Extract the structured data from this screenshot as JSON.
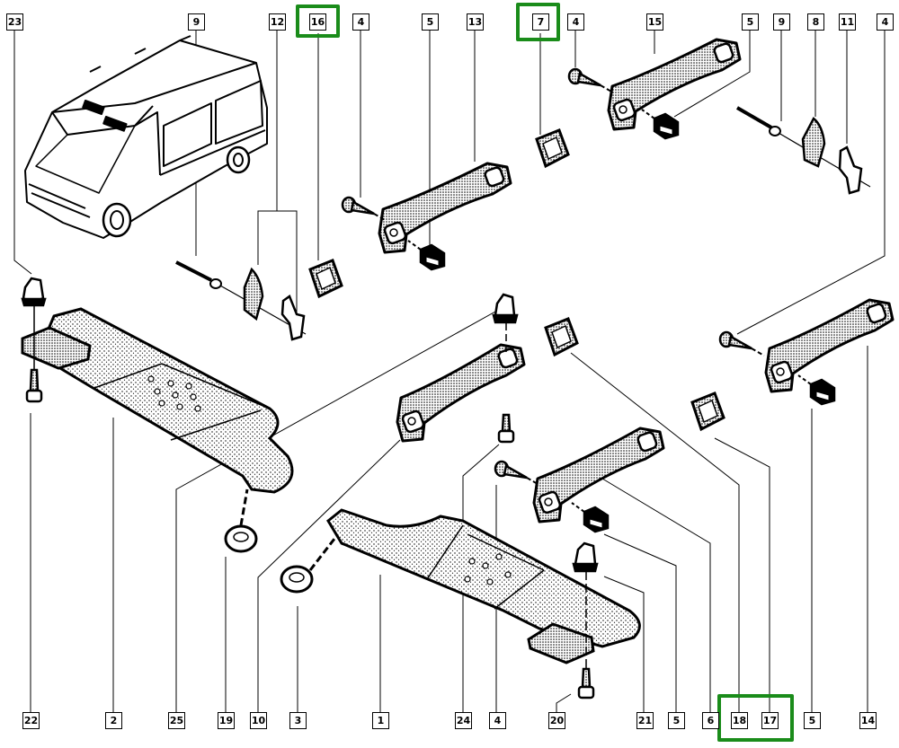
{
  "diagram": {
    "title": "Interior grab handles and sun visors — exploded parts view",
    "vehicle": "van",
    "highlight_color": "#1a8c1a",
    "top_callouts": [
      {
        "id": "c23t",
        "label": "23"
      },
      {
        "id": "c9a",
        "label": "9"
      },
      {
        "id": "c12",
        "label": "12"
      },
      {
        "id": "c16",
        "label": "16",
        "highlighted": true
      },
      {
        "id": "c4a",
        "label": "4"
      },
      {
        "id": "c5a",
        "label": "5"
      },
      {
        "id": "c13",
        "label": "13"
      },
      {
        "id": "c7",
        "label": "7",
        "highlighted": true
      },
      {
        "id": "c4b",
        "label": "4"
      },
      {
        "id": "c15",
        "label": "15"
      },
      {
        "id": "c5b",
        "label": "5"
      },
      {
        "id": "c9b",
        "label": "9"
      },
      {
        "id": "c8",
        "label": "8"
      },
      {
        "id": "c11",
        "label": "11"
      },
      {
        "id": "c4c",
        "label": "4"
      }
    ],
    "bottom_callouts": [
      {
        "id": "c22",
        "label": "22"
      },
      {
        "id": "c2",
        "label": "2"
      },
      {
        "id": "c25",
        "label": "25"
      },
      {
        "id": "c19",
        "label": "19"
      },
      {
        "id": "c10",
        "label": "10"
      },
      {
        "id": "c3",
        "label": "3"
      },
      {
        "id": "c1",
        "label": "1"
      },
      {
        "id": "c24",
        "label": "24"
      },
      {
        "id": "c4d",
        "label": "4"
      },
      {
        "id": "c20",
        "label": "20"
      },
      {
        "id": "c21",
        "label": "21"
      },
      {
        "id": "c5c",
        "label": "5"
      },
      {
        "id": "c6",
        "label": "6"
      },
      {
        "id": "c18",
        "label": "18",
        "highlighted": true
      },
      {
        "id": "c17",
        "label": "17",
        "highlighted": true
      },
      {
        "id": "c5d",
        "label": "5"
      },
      {
        "id": "c14",
        "label": "14"
      }
    ],
    "parts": [
      {
        "name": "van-illustration"
      },
      {
        "name": "sun-visor-left",
        "ref": "2"
      },
      {
        "name": "sun-visor-right",
        "ref": "1"
      },
      {
        "name": "grab-handle",
        "ref": "13"
      },
      {
        "name": "grab-handle",
        "ref": "15"
      },
      {
        "name": "grab-handle",
        "ref": "10"
      },
      {
        "name": "grab-handle",
        "ref": "6"
      },
      {
        "name": "grab-handle",
        "ref": "14"
      },
      {
        "name": "handle-cover-cap",
        "ref": "16"
      },
      {
        "name": "handle-cover-cap",
        "ref": "7"
      },
      {
        "name": "handle-cover-cap",
        "ref": "18"
      },
      {
        "name": "handle-cover-cap",
        "ref": "17"
      },
      {
        "name": "screw",
        "ref": "4"
      },
      {
        "name": "clip",
        "ref": "5"
      },
      {
        "name": "rivet",
        "ref": "9"
      },
      {
        "name": "visor-hinge-bracket",
        "ref": "12"
      },
      {
        "name": "visor-hinge-bracket",
        "ref": "8"
      },
      {
        "name": "visor-hinge-bracket",
        "ref": "11"
      },
      {
        "name": "visor-clip",
        "ref": "23"
      },
      {
        "name": "visor-clip",
        "ref": "21"
      },
      {
        "name": "visor-screw",
        "ref": "22"
      },
      {
        "name": "visor-screw",
        "ref": "20"
      },
      {
        "name": "visor-support",
        "ref": "19"
      },
      {
        "name": "visor-support",
        "ref": "3"
      },
      {
        "name": "clip",
        "ref": "25"
      },
      {
        "name": "screw",
        "ref": "24"
      }
    ]
  }
}
